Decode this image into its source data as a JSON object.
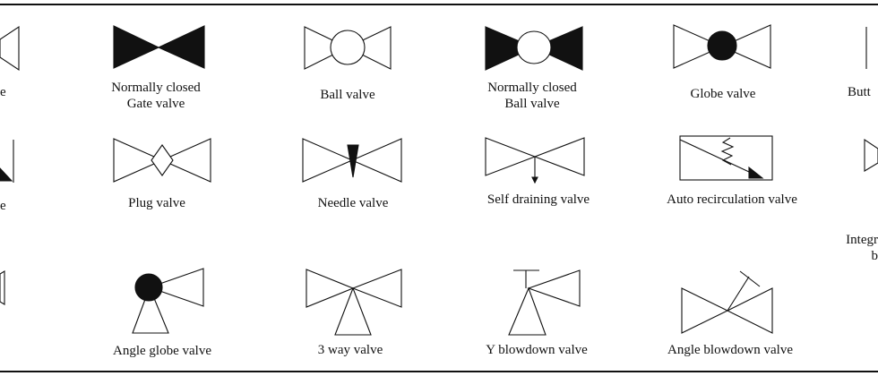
{
  "labels": {
    "r1": {
      "partial_left": "e",
      "normally_closed_gate": [
        "Normally closed",
        "Gate valve"
      ],
      "ball": "Ball valve",
      "normally_closed_ball": [
        "Normally closed",
        "Ball valve"
      ],
      "globe": "Globe valve",
      "partial_right": "Butt"
    },
    "r2": {
      "partial_left": "e",
      "plug": "Plug valve",
      "needle": "Needle valve",
      "self_draining": "Self draining  valve",
      "auto_recirculation": "Auto recirculation valve",
      "partial_right": [
        "Integr",
        "b"
      ]
    },
    "r3": {
      "angle_globe": "Angle globe valve",
      "three_way": "3 way valve",
      "y_blowdown": "Y blowdown  valve",
      "angle_blowdown": "Angle blowdown  valve"
    }
  }
}
